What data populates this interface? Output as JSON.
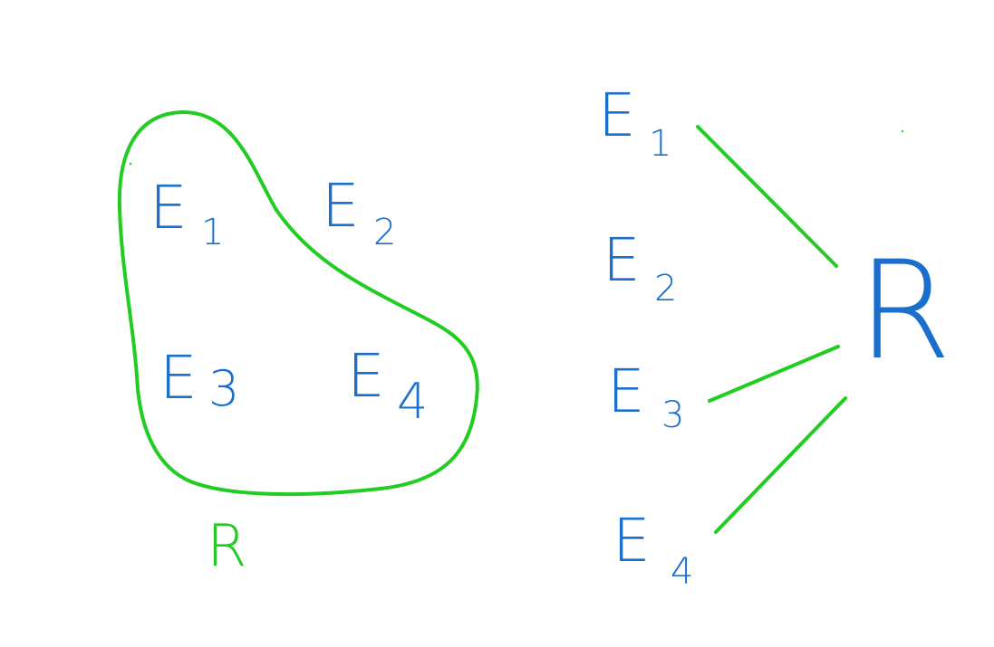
{
  "colors": {
    "entity": "#1a6fcc",
    "relation": "#22cc22",
    "background": "#ffffff"
  },
  "left": {
    "entities": [
      {
        "letter": "E",
        "index": "1"
      },
      {
        "letter": "E",
        "index": "2"
      },
      {
        "letter": "E",
        "index": "3"
      },
      {
        "letter": "E",
        "index": "4"
      }
    ],
    "relation_label": "R"
  },
  "right": {
    "entities": [
      {
        "letter": "E",
        "index": "1"
      },
      {
        "letter": "E",
        "index": "2"
      },
      {
        "letter": "E",
        "index": "3"
      },
      {
        "letter": "E",
        "index": "4"
      }
    ],
    "relation_label": "R",
    "connected_entities": [
      "1",
      "3",
      "4"
    ]
  }
}
